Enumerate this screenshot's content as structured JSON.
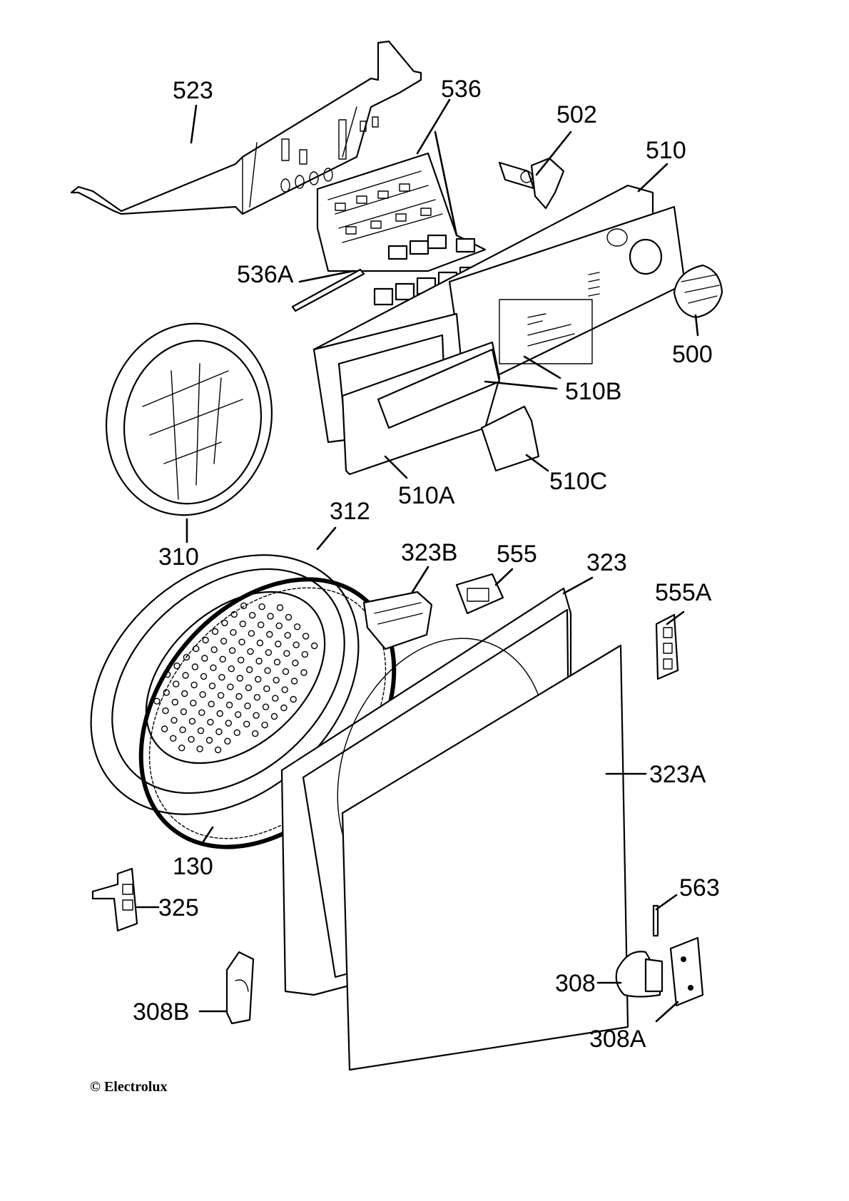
{
  "diagram": {
    "labels": {
      "p523": "523",
      "p536": "536",
      "p502": "502",
      "p510": "510",
      "p536A": "536A",
      "p500": "500",
      "p510B": "510B",
      "p510C": "510C",
      "p510A": "510A",
      "p310": "310",
      "p312": "312",
      "p323B": "323B",
      "p555": "555",
      "p323": "323",
      "p555A": "555A",
      "p323A": "323A",
      "p130": "130",
      "p325": "325",
      "p563": "563",
      "p308": "308",
      "p308B": "308B",
      "p308A": "308A"
    },
    "copyright": "© Electrolux"
  }
}
